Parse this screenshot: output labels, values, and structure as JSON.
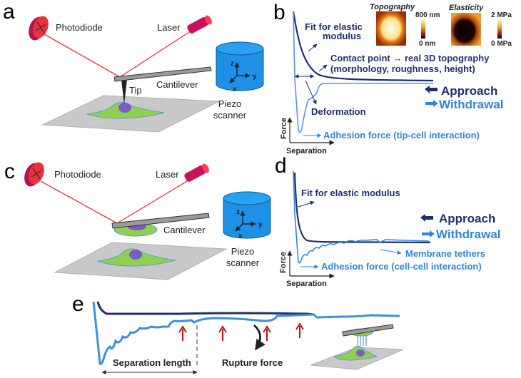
{
  "panels": {
    "a": {
      "letter": "a",
      "photodiode": "Photodiode",
      "laser": "Laser",
      "cantilever": "Cantilever",
      "tip": "Tip",
      "piezo_line1": "Piezo",
      "piezo_line2": "scanner",
      "axes": {
        "z": "z",
        "y": "y",
        "x": "x"
      }
    },
    "b": {
      "letter": "b",
      "fit_line1": "Fit for elastic",
      "fit_line2": "modulus",
      "contact_line1": "Contact point → real 3D topography",
      "contact_line2": "(morphology, roughness, height)",
      "deformation": "Deformation",
      "adhesion": "Adhesion force (tip-cell interaction)",
      "approach": "Approach",
      "withdrawal": "Withdrawal",
      "force_axis": "Force",
      "separation_axis": "Separation",
      "topography": {
        "title": "Topography",
        "max": "800 nm",
        "min": "0 nm"
      },
      "elasticity": {
        "title": "Elasticity",
        "max": "2 MPa",
        "min": "0 MPa"
      }
    },
    "c": {
      "letter": "c",
      "photodiode": "Photodiode",
      "laser": "Laser",
      "cantilever": "Cantilever",
      "piezo_line1": "Piezo",
      "piezo_line2": "scanner",
      "axes": {
        "z": "z",
        "y": "y",
        "x": "x"
      }
    },
    "d": {
      "letter": "d",
      "fit": "Fit for elastic modulus",
      "approach": "Approach",
      "withdrawal": "Withdrawal",
      "tethers": "Membrane tethers",
      "adhesion": "Adhesion force (cell-cell interaction)",
      "force_axis": "Force",
      "separation_axis": "Separation"
    },
    "e": {
      "letter": "e",
      "separation_length": "Separation length",
      "rupture_force": "Rupture force"
    }
  },
  "colors": {
    "approach": "#1f2f6e",
    "withdrawal": "#2f86d6",
    "laser_beam": "#e8333a",
    "photodiode": "#d81b6f",
    "piezo": "#1e90e6",
    "cell": "#8fd14f",
    "nucleus": "#7b5cc4",
    "rupture_arrow": "#c0101a"
  }
}
